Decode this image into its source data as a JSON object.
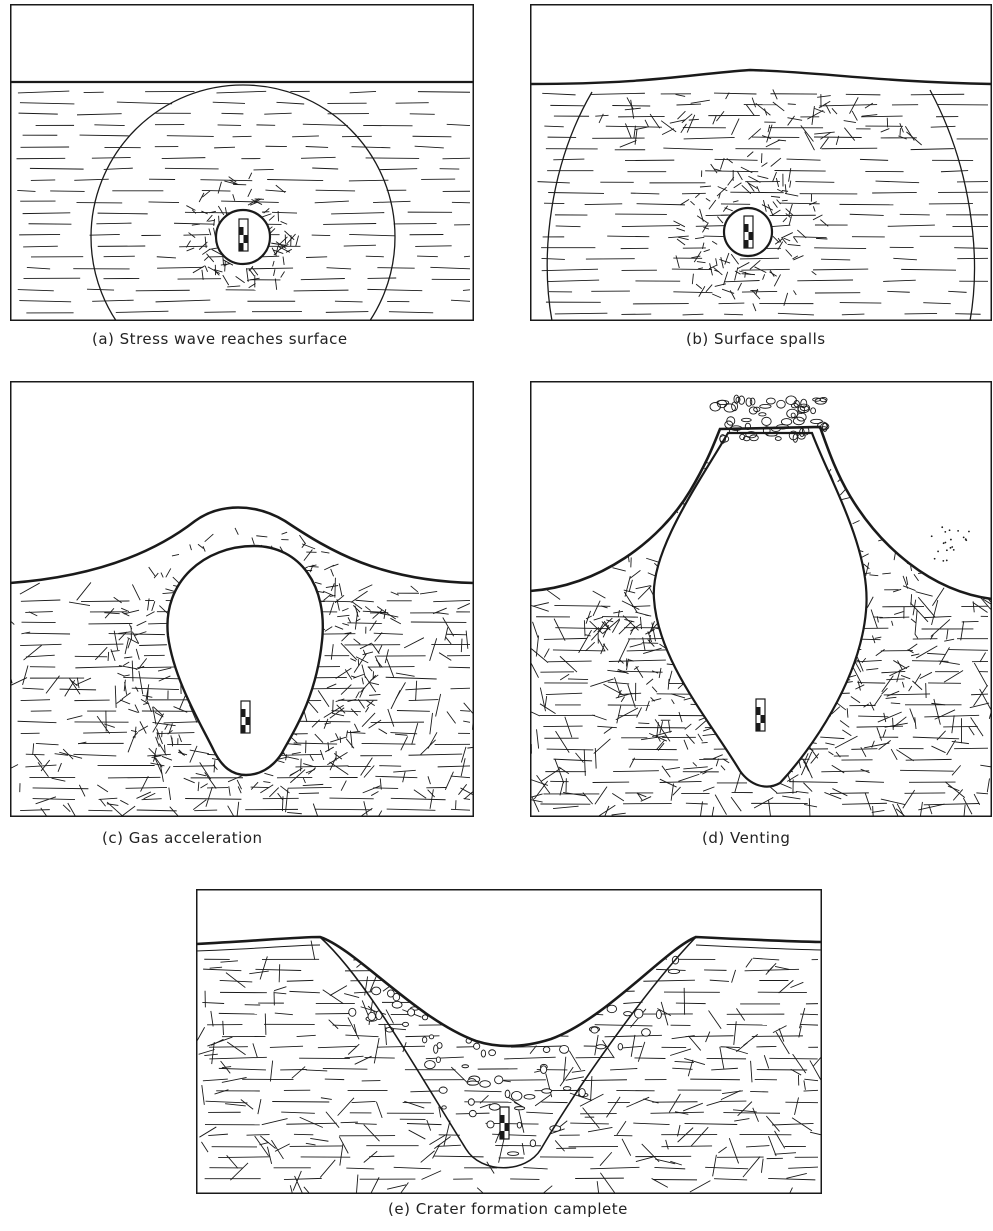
{
  "figure": {
    "panels": [
      {
        "id": "a",
        "caption": "(a)  Stress wave reaches surface"
      },
      {
        "id": "b",
        "caption": "(b)  Surface spalls"
      },
      {
        "id": "c",
        "caption": "(c)  Gas acceleration"
      },
      {
        "id": "d",
        "caption": "(d)  Venting"
      },
      {
        "id": "e",
        "caption": "(e)  Crater formation camplete"
      }
    ],
    "colors": {
      "ink": "#1a1a1a",
      "paper": "#ffffff"
    }
  }
}
